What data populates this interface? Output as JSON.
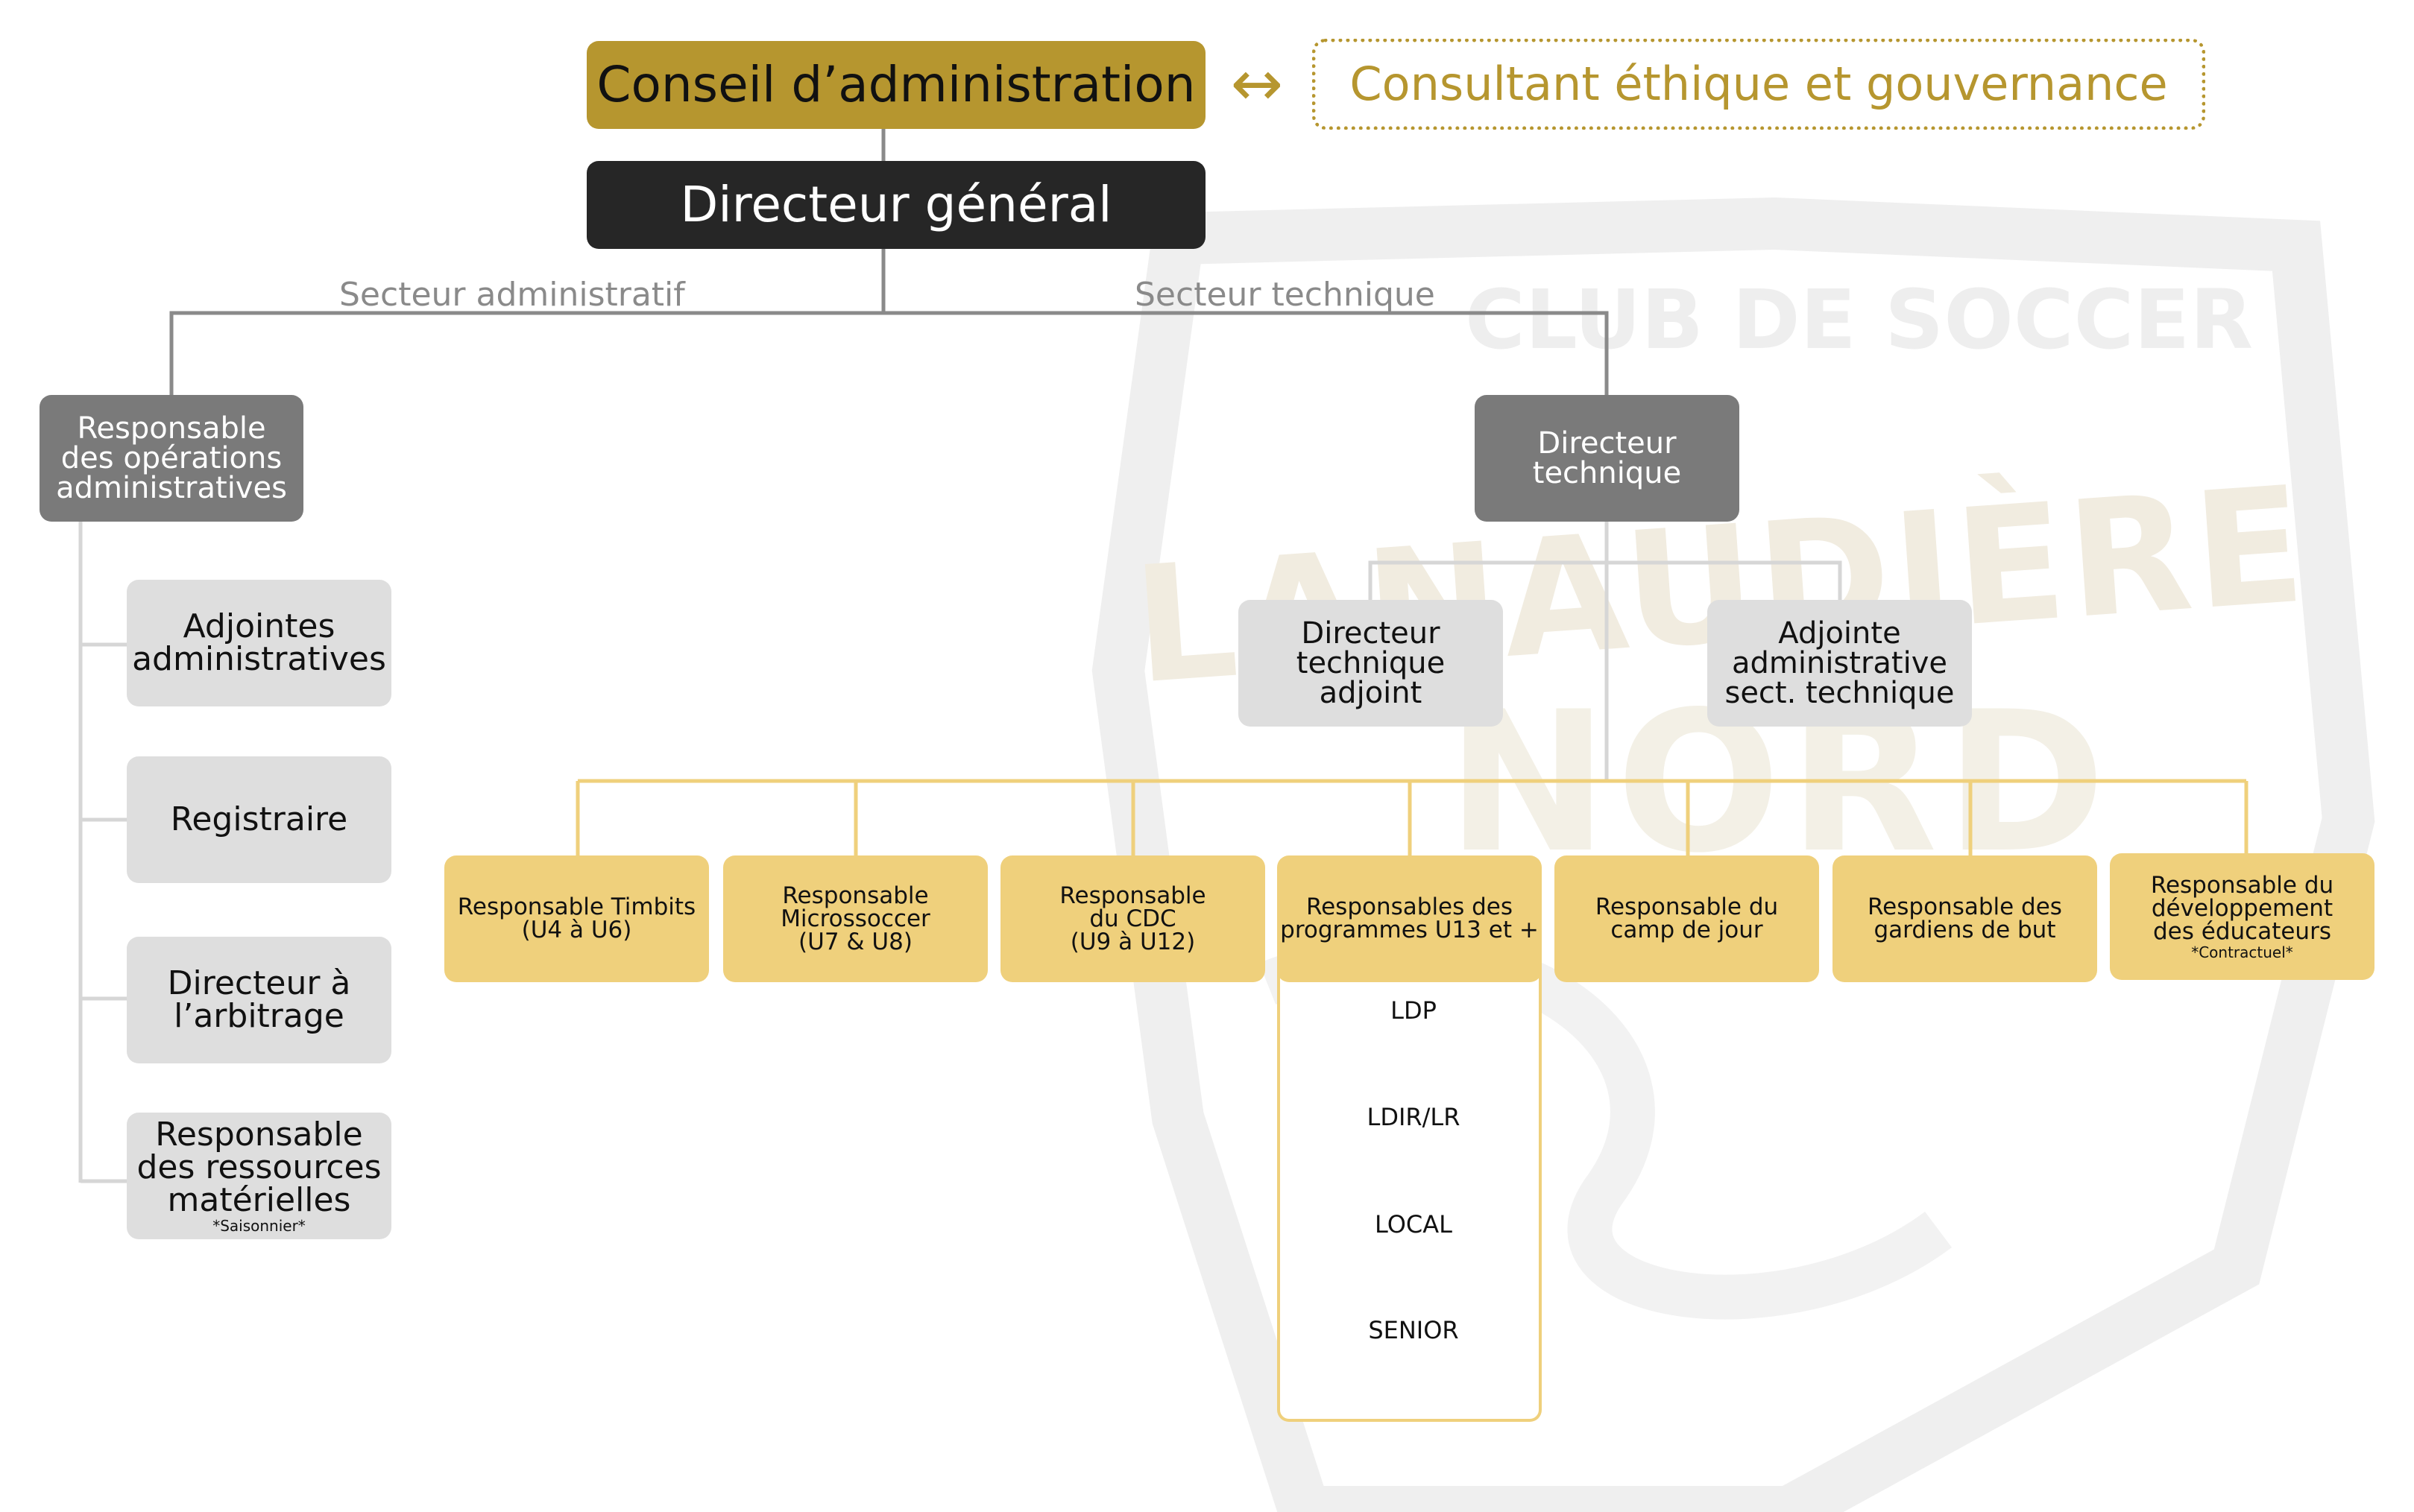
{
  "watermark": {
    "line1": "CLUB DE SOCCER",
    "line2": "LANAUDIÈRE",
    "line3": "NORD"
  },
  "board": {
    "label": "Conseil d’administration"
  },
  "consultant": {
    "label": "Consultant éthique et gouvernance"
  },
  "arrow": {
    "symbol": "↔"
  },
  "ceo": {
    "label": "Directeur général"
  },
  "sectors": {
    "admin": "Secteur administratif",
    "technical": "Secteur technique"
  },
  "admin": {
    "head": "Responsable\ndes opérations\nadministratives",
    "items": [
      {
        "label": "Adjointes\nadministratives",
        "note": ""
      },
      {
        "label": "Registraire",
        "note": ""
      },
      {
        "label": "Directeur à\nl’arbitrage",
        "note": ""
      },
      {
        "label": "Responsable\ndes ressources\nmatérielles",
        "note": "*Saisonnier*"
      }
    ]
  },
  "technical": {
    "head": "Directeur\ntechnique",
    "assistant_director": "Directeur\ntechnique\nadjoint",
    "assistant_admin": "Adjointe\nadministrative\nsect. technique",
    "programs": [
      {
        "label": "Responsable Timbits\n(U4 à U6)",
        "note": ""
      },
      {
        "label": "Responsable\nMicrossoccer\n(U7 & U8)",
        "note": ""
      },
      {
        "label": "Responsable\ndu CDC\n(U9 à U12)",
        "note": ""
      },
      {
        "label": "Responsables des\nprogrammes U13 et +",
        "note": ""
      },
      {
        "label": "Responsable du\ncamp de jour",
        "note": ""
      },
      {
        "label": "Responsable des\ngardiens de but",
        "note": ""
      },
      {
        "label": "Responsable du\ndéveloppement\ndes éducateurs",
        "note": "*Contractuel*"
      }
    ],
    "u13_levels": [
      "LDP",
      "LDIR/LR",
      "LOCAL",
      "SENIOR"
    ]
  },
  "colors": {
    "gold_dark": "#b6962f",
    "black": "#262626",
    "grey": "#7a7a7a",
    "light_grey": "#dedede",
    "yellow": "#efd07c",
    "connector_grey": "#8a8a8a",
    "connector_yellow": "#efd07c"
  }
}
